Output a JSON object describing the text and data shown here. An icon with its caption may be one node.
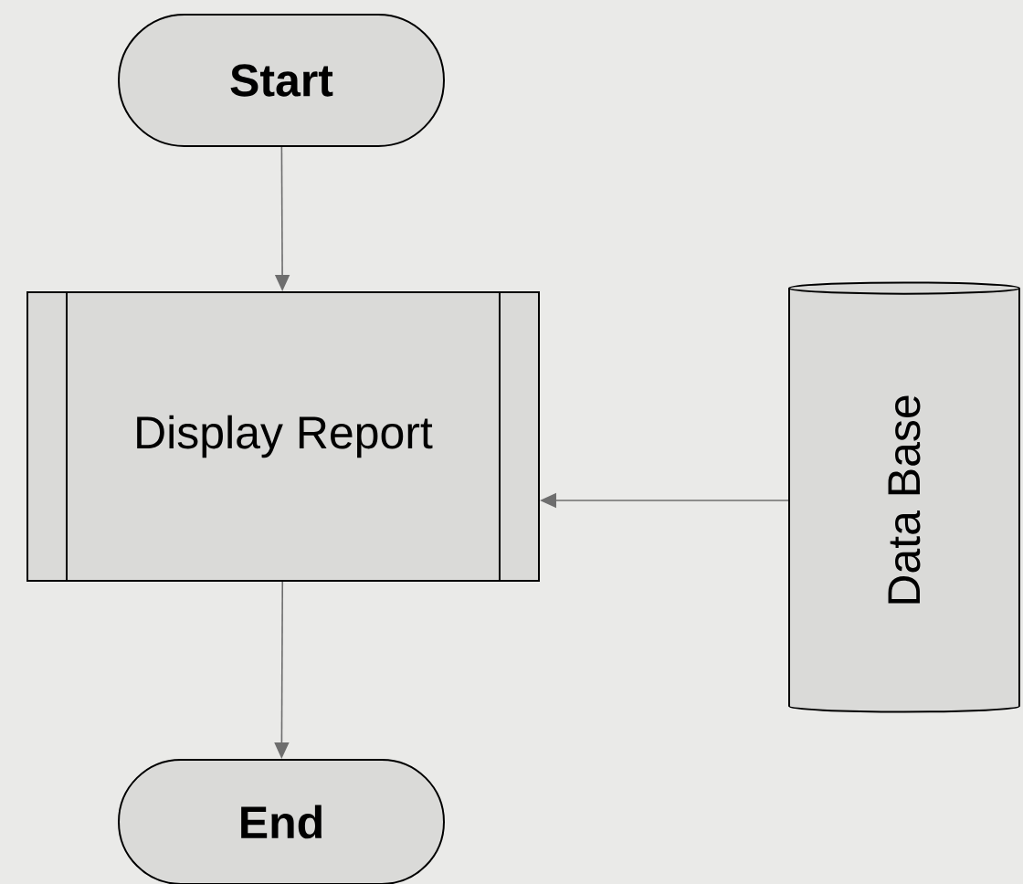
{
  "diagram": {
    "nodes": [
      {
        "text": [
          "Start"
        ]
      },
      {
        "text": [
          "Display Report"
        ]
      },
      {
        "text": [
          "Data Base"
        ]
      },
      {
        "text": [
          "End"
        ]
      }
    ],
    "edges": [
      {
        "from": 0,
        "to": 1,
        "arrow": "to"
      },
      {
        "from": 2,
        "to": 1,
        "arrow": "to"
      },
      {
        "from": 1,
        "to": 3,
        "arrow": "to"
      }
    ]
  }
}
